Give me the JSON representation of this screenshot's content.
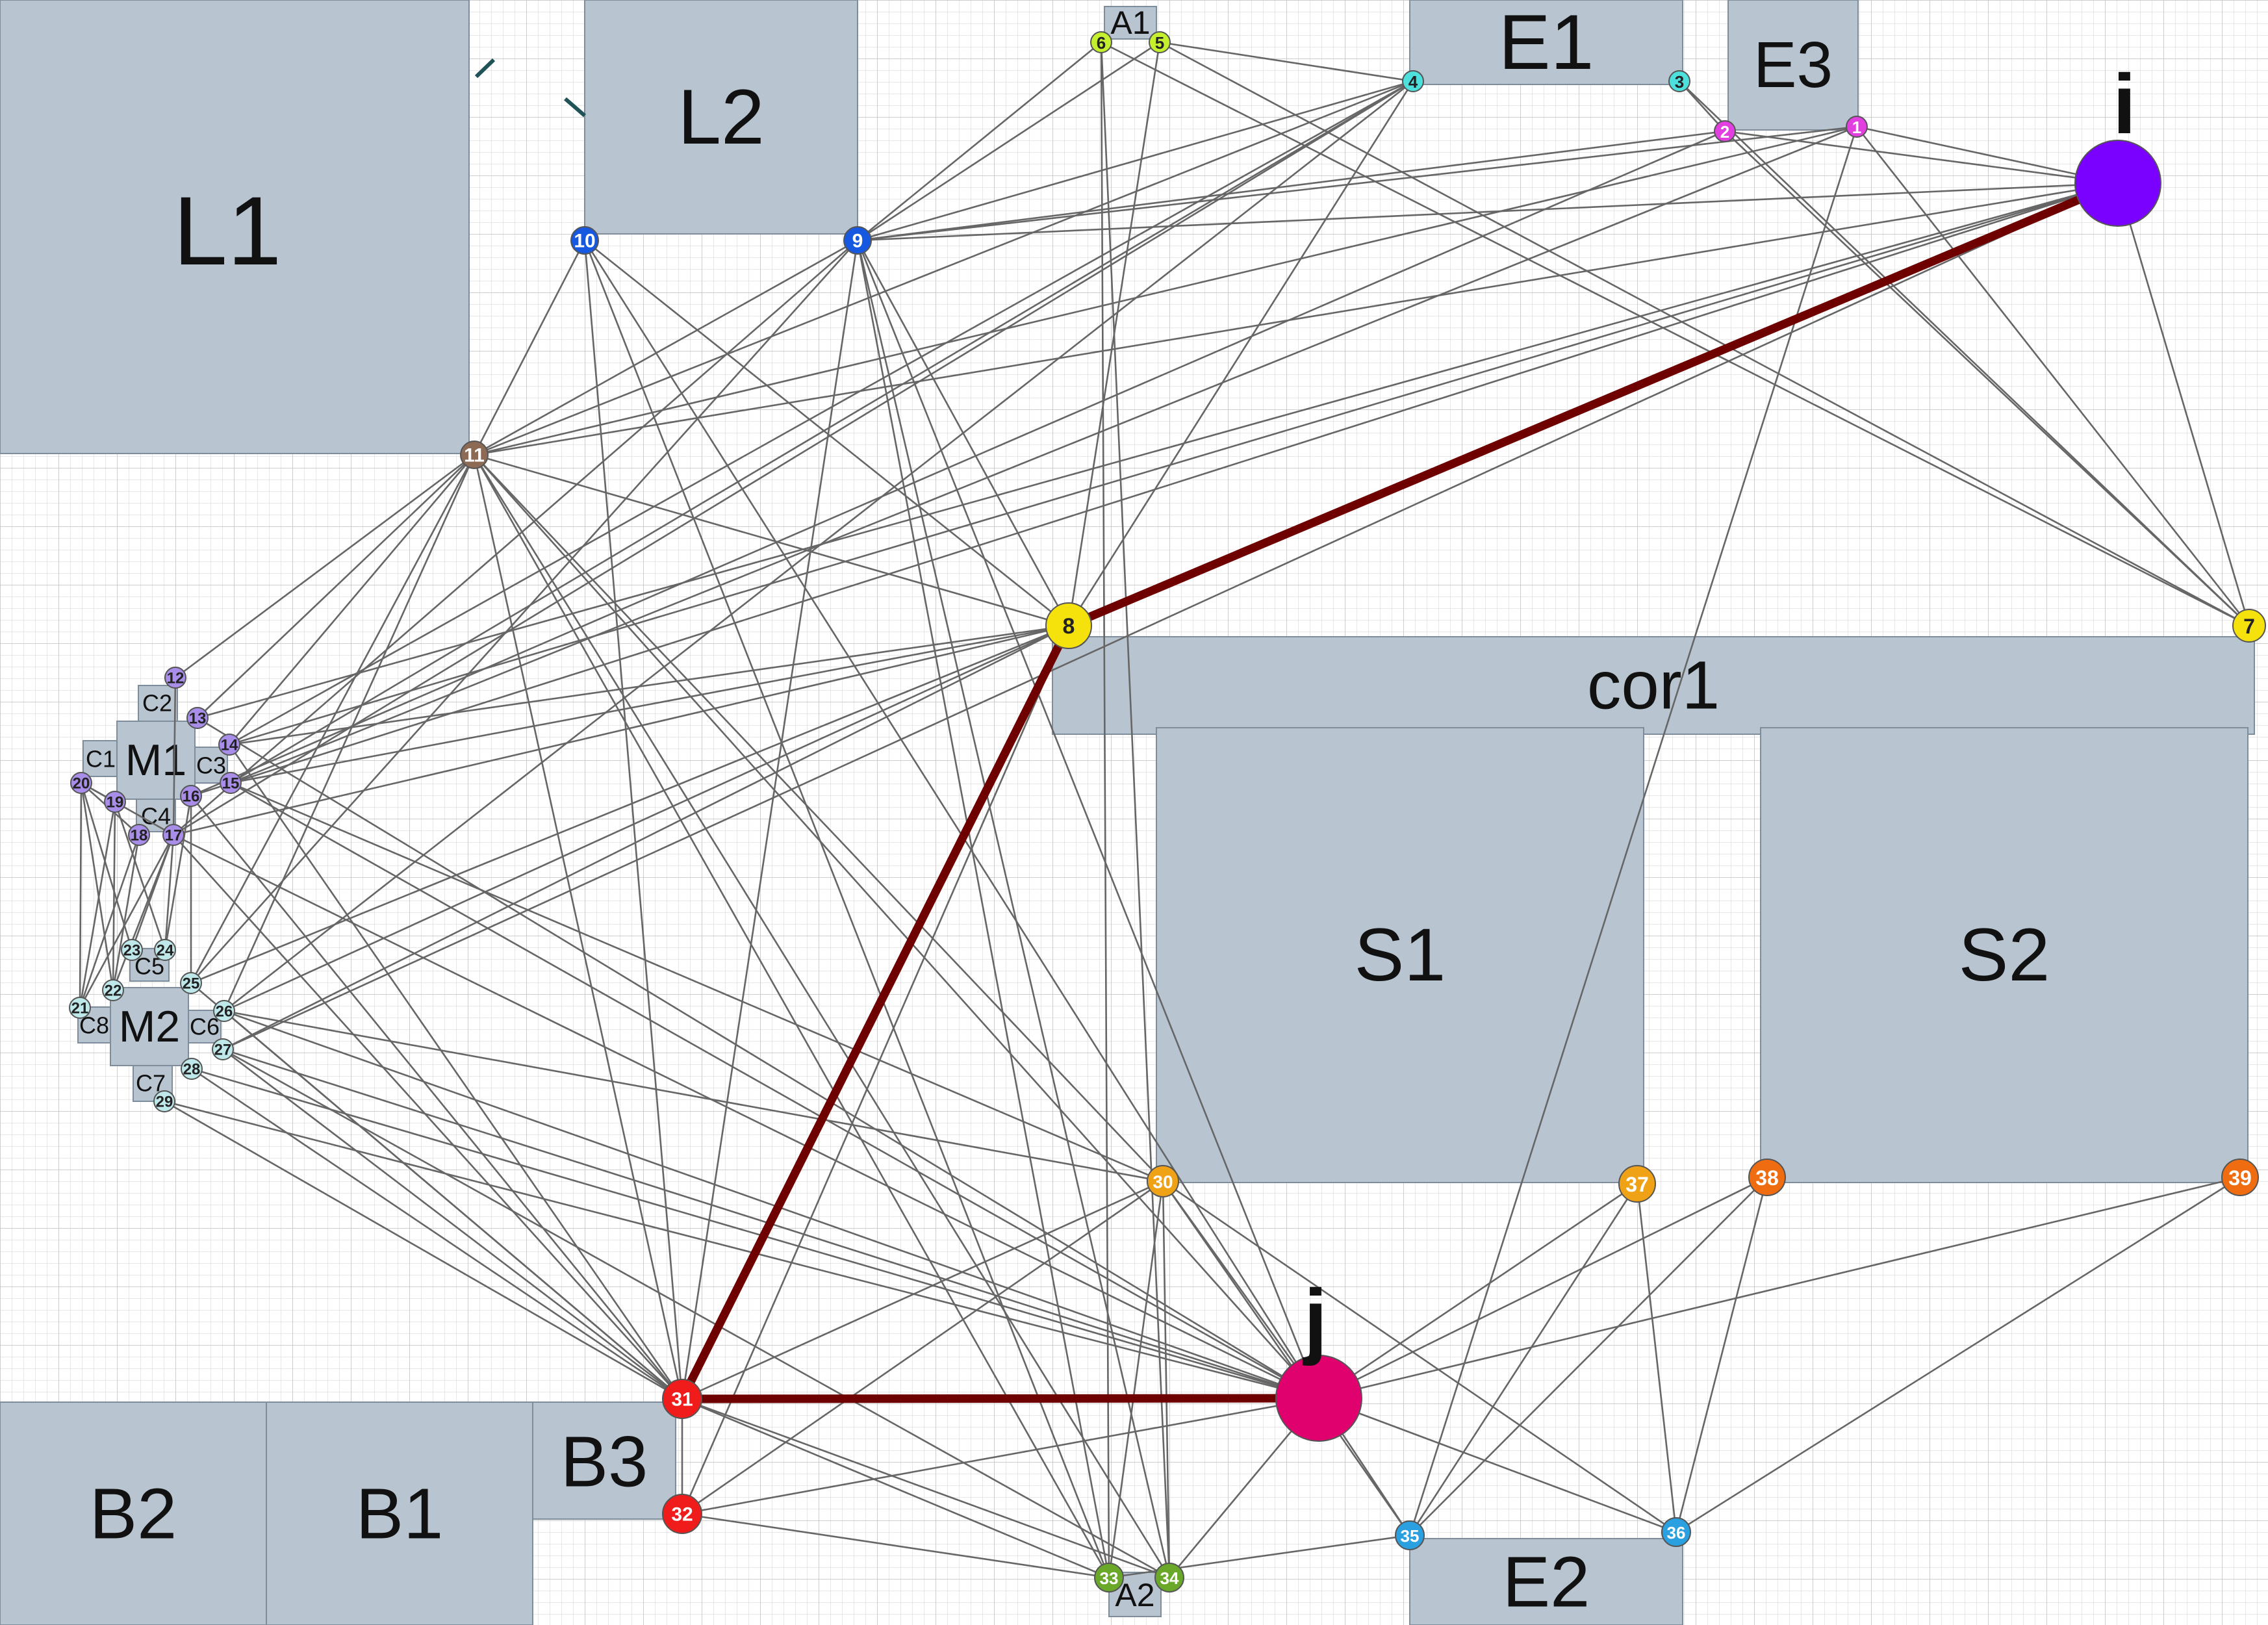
{
  "colors": {
    "room_fill": "#b8c5d0",
    "room_stroke": "#7d8d9c",
    "edge": "#666666",
    "path": "#6e0000",
    "grid": "#d7d7d7",
    "grid_major": "#bdbdbd",
    "marker": "#1f5357"
  },
  "rooms": [
    {
      "id": "L1",
      "label": "L1"
    },
    {
      "id": "L2",
      "label": "L2"
    },
    {
      "id": "A1",
      "label": "A1"
    },
    {
      "id": "E1",
      "label": "E1"
    },
    {
      "id": "E3",
      "label": "E3"
    },
    {
      "id": "cor1",
      "label": "cor1"
    },
    {
      "id": "S1",
      "label": "S1"
    },
    {
      "id": "S2",
      "label": "S2"
    },
    {
      "id": "C1",
      "label": "C1"
    },
    {
      "id": "C2",
      "label": "C2"
    },
    {
      "id": "M1",
      "label": "M1"
    },
    {
      "id": "C3",
      "label": "C3"
    },
    {
      "id": "C4",
      "label": "C4"
    },
    {
      "id": "C5",
      "label": "C5"
    },
    {
      "id": "M2",
      "label": "M2"
    },
    {
      "id": "C6",
      "label": "C6"
    },
    {
      "id": "C7",
      "label": "C7"
    },
    {
      "id": "C8",
      "label": "C8"
    },
    {
      "id": "B2",
      "label": "B2"
    },
    {
      "id": "B1",
      "label": "B1"
    },
    {
      "id": "B3",
      "label": "B3"
    },
    {
      "id": "A2",
      "label": "A2"
    },
    {
      "id": "E2",
      "label": "E2"
    }
  ],
  "nodes": [
    {
      "id": "1",
      "label": "1",
      "color": "#e23fe0"
    },
    {
      "id": "2",
      "label": "2",
      "color": "#e23fe0"
    },
    {
      "id": "3",
      "label": "3",
      "color": "#4ee0dc"
    },
    {
      "id": "4",
      "label": "4",
      "color": "#4ee0dc"
    },
    {
      "id": "5",
      "label": "5",
      "color": "#c5f02e"
    },
    {
      "id": "6",
      "label": "6",
      "color": "#c5f02e"
    },
    {
      "id": "7",
      "label": "7",
      "color": "#f5e20c"
    },
    {
      "id": "8",
      "label": "8",
      "color": "#f5e20c"
    },
    {
      "id": "9",
      "label": "9",
      "color": "#1758e0"
    },
    {
      "id": "10",
      "label": "10",
      "color": "#1758e0"
    },
    {
      "id": "11",
      "label": "11",
      "color": "#8c6a54"
    },
    {
      "id": "12",
      "label": "12",
      "color": "#a88ee8"
    },
    {
      "id": "13",
      "label": "13",
      "color": "#a88ee8"
    },
    {
      "id": "14",
      "label": "14",
      "color": "#a88ee8"
    },
    {
      "id": "15",
      "label": "15",
      "color": "#a88ee8"
    },
    {
      "id": "16",
      "label": "16",
      "color": "#a88ee8"
    },
    {
      "id": "17",
      "label": "17",
      "color": "#a88ee8"
    },
    {
      "id": "18",
      "label": "18",
      "color": "#a88ee8"
    },
    {
      "id": "19",
      "label": "19",
      "color": "#a88ee8"
    },
    {
      "id": "20",
      "label": "20",
      "color": "#a88ee8"
    },
    {
      "id": "21",
      "label": "21",
      "color": "#bfe8ea"
    },
    {
      "id": "22",
      "label": "22",
      "color": "#bfe8ea"
    },
    {
      "id": "23",
      "label": "23",
      "color": "#bfe8ea"
    },
    {
      "id": "24",
      "label": "24",
      "color": "#bfe8ea"
    },
    {
      "id": "25",
      "label": "25",
      "color": "#bfe8ea"
    },
    {
      "id": "26",
      "label": "26",
      "color": "#bfe8ea"
    },
    {
      "id": "27",
      "label": "27",
      "color": "#bfe8ea"
    },
    {
      "id": "28",
      "label": "28",
      "color": "#bfe8ea"
    },
    {
      "id": "29",
      "label": "29",
      "color": "#bfe8ea"
    },
    {
      "id": "30",
      "label": "30",
      "color": "#f0a216"
    },
    {
      "id": "31",
      "label": "31",
      "color": "#f01c1c"
    },
    {
      "id": "32",
      "label": "32",
      "color": "#f01c1c"
    },
    {
      "id": "33",
      "label": "33",
      "color": "#6aa82a"
    },
    {
      "id": "34",
      "label": "34",
      "color": "#6aa82a"
    },
    {
      "id": "35",
      "label": "35",
      "color": "#2aa0e0"
    },
    {
      "id": "36",
      "label": "36",
      "color": "#2aa0e0"
    },
    {
      "id": "37",
      "label": "37",
      "color": "#f0a216"
    },
    {
      "id": "38",
      "label": "38",
      "color": "#f06c10"
    },
    {
      "id": "39",
      "label": "39",
      "color": "#f06c10"
    },
    {
      "id": "i",
      "label": "i",
      "color": "#7a00ff"
    },
    {
      "id": "j",
      "label": "j",
      "color": "#e0006e"
    }
  ],
  "edges": [
    [
      "11",
      "10"
    ],
    [
      "11",
      "9"
    ],
    [
      "11",
      "4"
    ],
    [
      "11",
      "1"
    ],
    [
      "11",
      "i"
    ],
    [
      "11",
      "8"
    ],
    [
      "11",
      "12"
    ],
    [
      "11",
      "13"
    ],
    [
      "11",
      "14"
    ],
    [
      "11",
      "25"
    ],
    [
      "11",
      "26"
    ],
    [
      "11",
      "31"
    ],
    [
      "11",
      "33"
    ],
    [
      "11",
      "34"
    ],
    [
      "11",
      "j"
    ],
    [
      "11",
      "30"
    ],
    [
      "10",
      "8"
    ],
    [
      "10",
      "31"
    ],
    [
      "10",
      "33"
    ],
    [
      "10",
      "j"
    ],
    [
      "9",
      "6"
    ],
    [
      "9",
      "5"
    ],
    [
      "9",
      "4"
    ],
    [
      "9",
      "2"
    ],
    [
      "9",
      "1"
    ],
    [
      "9",
      "i"
    ],
    [
      "9",
      "8"
    ],
    [
      "9",
      "31"
    ],
    [
      "9",
      "33"
    ],
    [
      "9",
      "34"
    ],
    [
      "9",
      "j"
    ],
    [
      "9",
      "17"
    ],
    [
      "9",
      "25"
    ],
    [
      "6",
      "33"
    ],
    [
      "6",
      "34"
    ],
    [
      "6",
      "7"
    ],
    [
      "5",
      "8"
    ],
    [
      "5",
      "7"
    ],
    [
      "5",
      "4"
    ],
    [
      "4",
      "14"
    ],
    [
      "4",
      "15"
    ],
    [
      "4",
      "8"
    ],
    [
      "4",
      "26"
    ],
    [
      "4",
      "17"
    ],
    [
      "3",
      "2"
    ],
    [
      "3",
      "7"
    ],
    [
      "2",
      "i"
    ],
    [
      "2",
      "16"
    ],
    [
      "2",
      "7"
    ],
    [
      "1",
      "i"
    ],
    [
      "1",
      "35"
    ],
    [
      "1",
      "15"
    ],
    [
      "1",
      "7"
    ],
    [
      "i",
      "7"
    ],
    [
      "i",
      "14"
    ],
    [
      "i",
      "13"
    ],
    [
      "i",
      "27"
    ],
    [
      "i",
      "16"
    ],
    [
      "8",
      "14"
    ],
    [
      "8",
      "15"
    ],
    [
      "8",
      "17"
    ],
    [
      "8",
      "25"
    ],
    [
      "8",
      "26"
    ],
    [
      "8",
      "27"
    ],
    [
      "8",
      "32"
    ],
    [
      "12",
      "17"
    ],
    [
      "13",
      "j"
    ],
    [
      "14",
      "31"
    ],
    [
      "15",
      "30"
    ],
    [
      "15",
      "j"
    ],
    [
      "16",
      "31"
    ],
    [
      "17",
      "31"
    ],
    [
      "17",
      "j"
    ],
    [
      "20",
      "19"
    ],
    [
      "20",
      "18"
    ],
    [
      "20",
      "17"
    ],
    [
      "20",
      "21"
    ],
    [
      "20",
      "22"
    ],
    [
      "20",
      "23"
    ],
    [
      "19",
      "21"
    ],
    [
      "19",
      "22"
    ],
    [
      "19",
      "24"
    ],
    [
      "18",
      "21"
    ],
    [
      "18",
      "22"
    ],
    [
      "17",
      "21"
    ],
    [
      "17",
      "22"
    ],
    [
      "17",
      "23"
    ],
    [
      "17",
      "24"
    ],
    [
      "16",
      "25"
    ],
    [
      "16",
      "24"
    ],
    [
      "26",
      "31"
    ],
    [
      "26",
      "j"
    ],
    [
      "26",
      "30"
    ],
    [
      "27",
      "31"
    ],
    [
      "27",
      "34"
    ],
    [
      "27",
      "j"
    ],
    [
      "28",
      "31"
    ],
    [
      "28",
      "j"
    ],
    [
      "29",
      "31"
    ],
    [
      "29",
      "j"
    ],
    [
      "25",
      "31"
    ],
    [
      "30",
      "31"
    ],
    [
      "30",
      "32"
    ],
    [
      "30",
      "33"
    ],
    [
      "30",
      "34"
    ],
    [
      "30",
      "j"
    ],
    [
      "30",
      "36"
    ],
    [
      "30",
      "35"
    ],
    [
      "31",
      "32"
    ],
    [
      "31",
      "33"
    ],
    [
      "31",
      "34"
    ],
    [
      "31",
      "j"
    ],
    [
      "32",
      "j"
    ],
    [
      "32",
      "33"
    ],
    [
      "33",
      "35"
    ],
    [
      "34",
      "j"
    ],
    [
      "j",
      "35"
    ],
    [
      "j",
      "36"
    ],
    [
      "j",
      "37"
    ],
    [
      "j",
      "38"
    ],
    [
      "j",
      "39"
    ],
    [
      "37",
      "35"
    ],
    [
      "37",
      "36"
    ],
    [
      "38",
      "35"
    ],
    [
      "38",
      "36"
    ],
    [
      "39",
      "36"
    ]
  ],
  "path": [
    "i",
    "8",
    "31",
    "j"
  ]
}
